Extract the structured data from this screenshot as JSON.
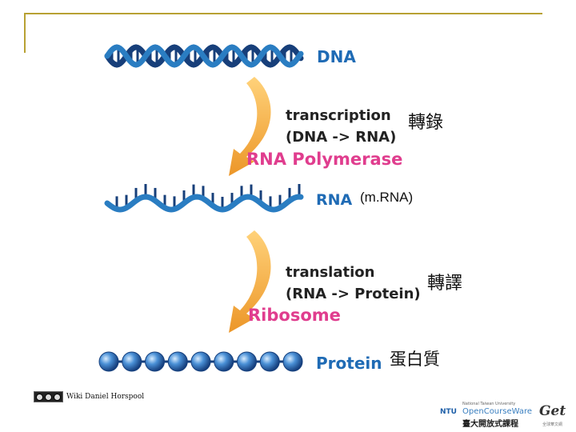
{
  "diagram": {
    "dna_label": "DNA",
    "transcription_label": "transcription",
    "transcription_detail": "(DNA -> RNA)",
    "transcription_zh": "轉錄",
    "rna_polymerase_label": "RNA Polymerase",
    "rna_label": "RNA",
    "mrna_label": "(m.RNA)",
    "translation_label": "translation",
    "translation_detail": "(RNA -> Protein)",
    "translation_zh": "轉譯",
    "ribosome_label": "Ribosome",
    "protein_label": "Protein",
    "protein_zh": "蛋白質"
  },
  "credit": {
    "text": "Wiki Daniel Horspool"
  },
  "logos": {
    "ocw_small": "National Taiwan University",
    "ocw_name": "OpenCourseWare",
    "ocw_cn": "臺大開放式課程",
    "ntu": "NTU",
    "get": "Get",
    "get_cn": "全球華文網"
  },
  "colors": {
    "helix": "#2a7dc2",
    "helix_dark": "#173f7a",
    "arrow": "#f0a83a",
    "enzyme": "#e03d8e",
    "label": "#1f6bb5",
    "frame": "#b8a133"
  }
}
